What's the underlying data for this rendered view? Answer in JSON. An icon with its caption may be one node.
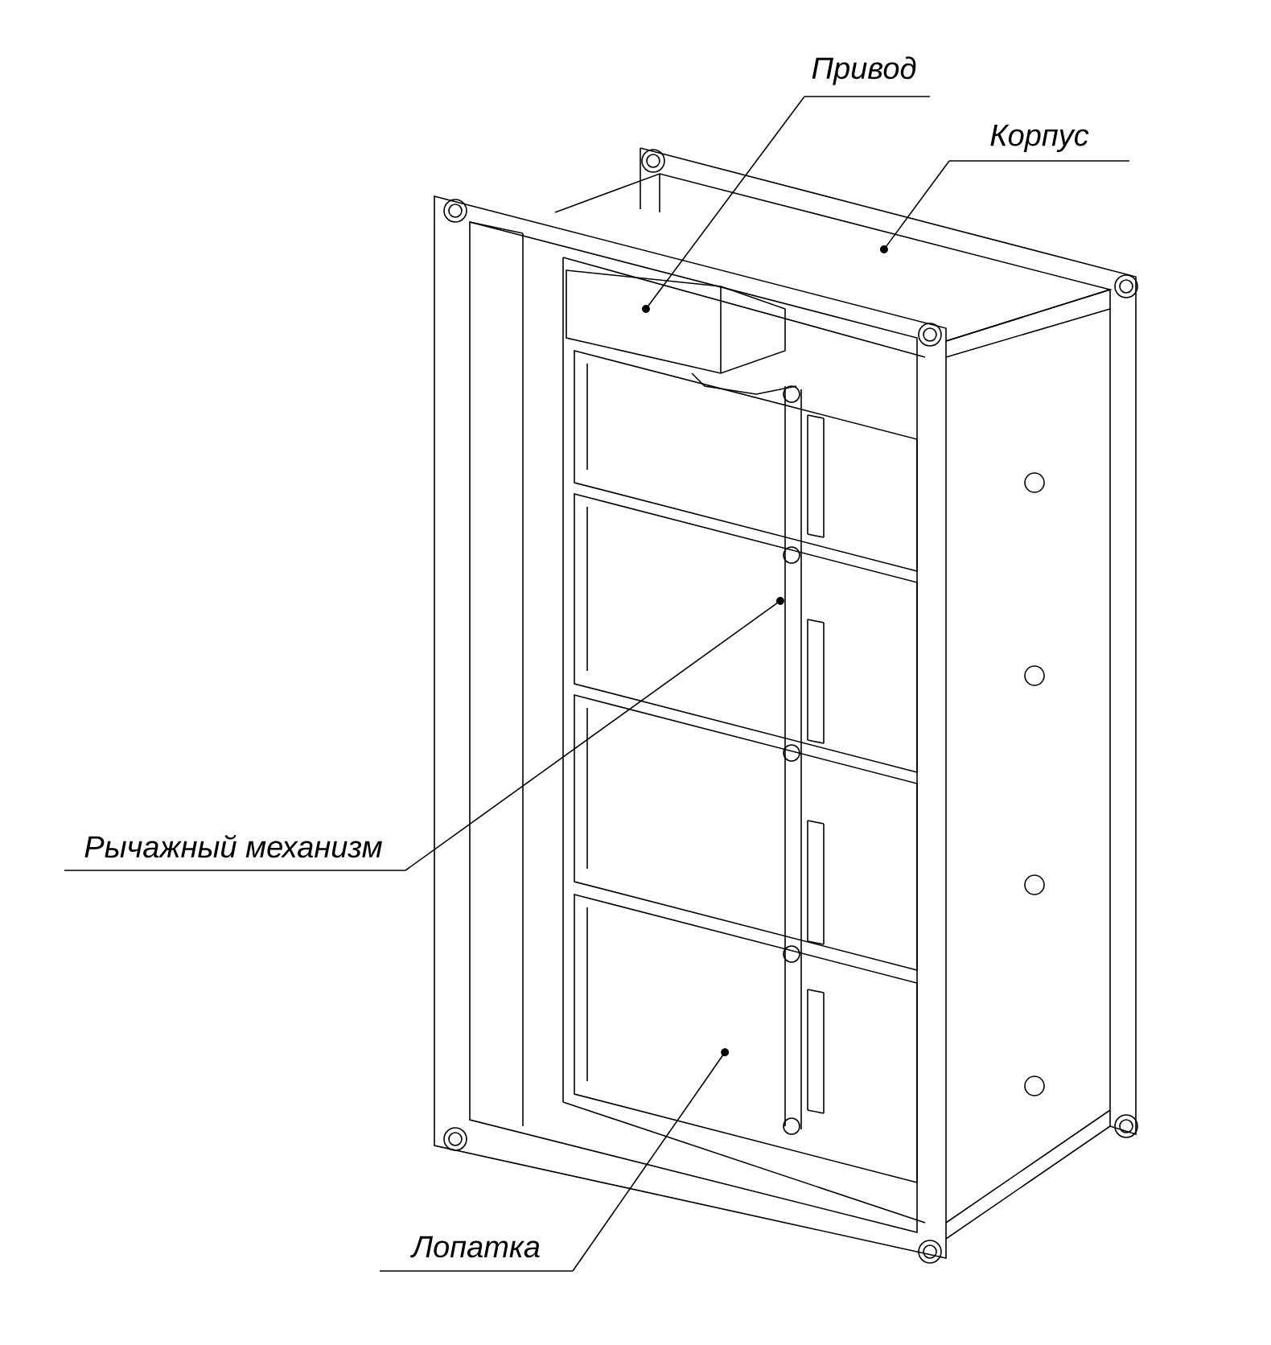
{
  "diagram": {
    "nodes": [
      {
        "text": [
          "Привод"
        ]
      },
      {
        "text": [
          "Корпус"
        ]
      },
      {
        "text": [
          "Рычажный механизм"
        ]
      },
      {
        "text": [
          "Лопатка"
        ]
      }
    ],
    "edges": [
      {
        "from": 0,
        "to": null,
        "arrow": "to"
      },
      {
        "from": 1,
        "to": null,
        "arrow": "to"
      },
      {
        "from": 2,
        "to": null,
        "arrow": "to"
      },
      {
        "from": 3,
        "to": null,
        "arrow": "to"
      }
    ]
  }
}
